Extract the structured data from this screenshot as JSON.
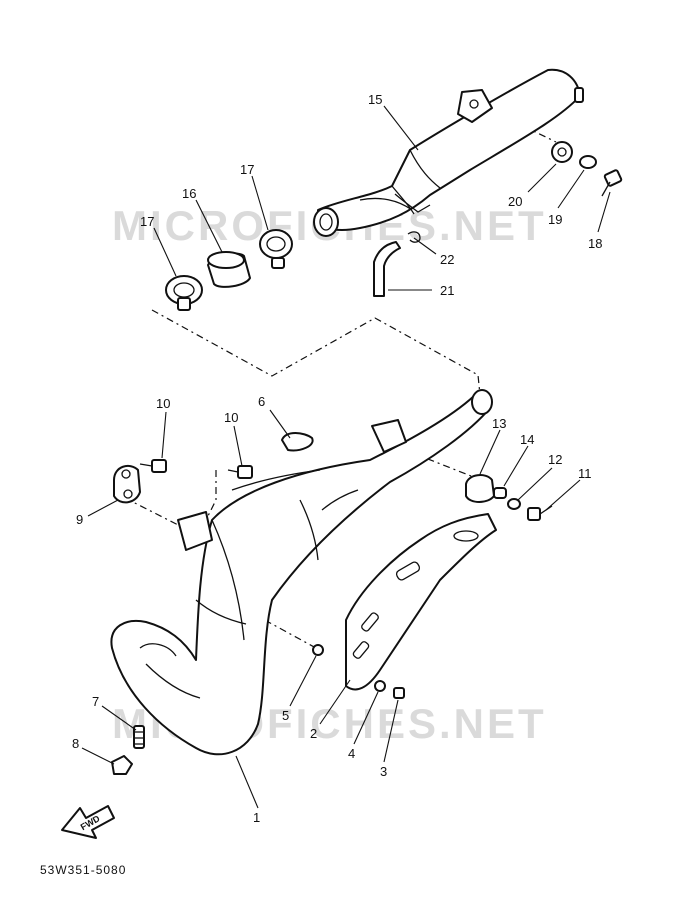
{
  "watermarks": [
    "MICROFICHES.NET",
    "MICROFICHES.NET"
  ],
  "reference_code": "53W351-5080",
  "fwd_label": "FWD",
  "callouts": [
    {
      "id": "c1",
      "label": "1"
    },
    {
      "id": "c2",
      "label": "2"
    },
    {
      "id": "c3",
      "label": "3"
    },
    {
      "id": "c4",
      "label": "4"
    },
    {
      "id": "c5",
      "label": "5"
    },
    {
      "id": "c6",
      "label": "6"
    },
    {
      "id": "c7",
      "label": "7"
    },
    {
      "id": "c8",
      "label": "8"
    },
    {
      "id": "c9",
      "label": "9"
    },
    {
      "id": "c10a",
      "label": "10"
    },
    {
      "id": "c10b",
      "label": "10"
    },
    {
      "id": "c11",
      "label": "11"
    },
    {
      "id": "c12",
      "label": "12"
    },
    {
      "id": "c13",
      "label": "13"
    },
    {
      "id": "c14",
      "label": "14"
    },
    {
      "id": "c15",
      "label": "15"
    },
    {
      "id": "c16",
      "label": "16"
    },
    {
      "id": "c17a",
      "label": "17"
    },
    {
      "id": "c17b",
      "label": "17"
    },
    {
      "id": "c18",
      "label": "18"
    },
    {
      "id": "c19",
      "label": "19"
    },
    {
      "id": "c20",
      "label": "20"
    },
    {
      "id": "c21",
      "label": "21"
    },
    {
      "id": "c22",
      "label": "22"
    }
  ]
}
